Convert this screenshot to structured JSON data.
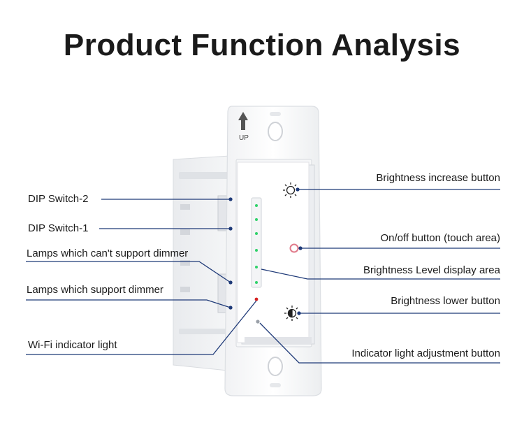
{
  "title": "Product Function Analysis",
  "device": {
    "up_label": "UP"
  },
  "labels_left": [
    {
      "id": "dip2",
      "text": "DIP Switch-2"
    },
    {
      "id": "dip1",
      "text": "DIP Switch-1"
    },
    {
      "id": "no-dim",
      "text": "Lamps which can't support dimmer"
    },
    {
      "id": "dim",
      "text": "Lamps which support dimmer"
    },
    {
      "id": "wifi",
      "text": "Wi-Fi indicator light"
    }
  ],
  "labels_right": [
    {
      "id": "bright-up",
      "text": "Brightness increase button"
    },
    {
      "id": "onoff",
      "text": "On/off button (touch area)"
    },
    {
      "id": "level",
      "text": "Brightness Level display area"
    },
    {
      "id": "bright-down",
      "text": "Brightness lower button"
    },
    {
      "id": "ind-adj",
      "text": "Indicator light adjustment button"
    }
  ],
  "colors": {
    "line": "#1f3a78",
    "led": "#2fd26a",
    "touch_ring": "#e07a8a",
    "wifi_led": "#d62020"
  }
}
